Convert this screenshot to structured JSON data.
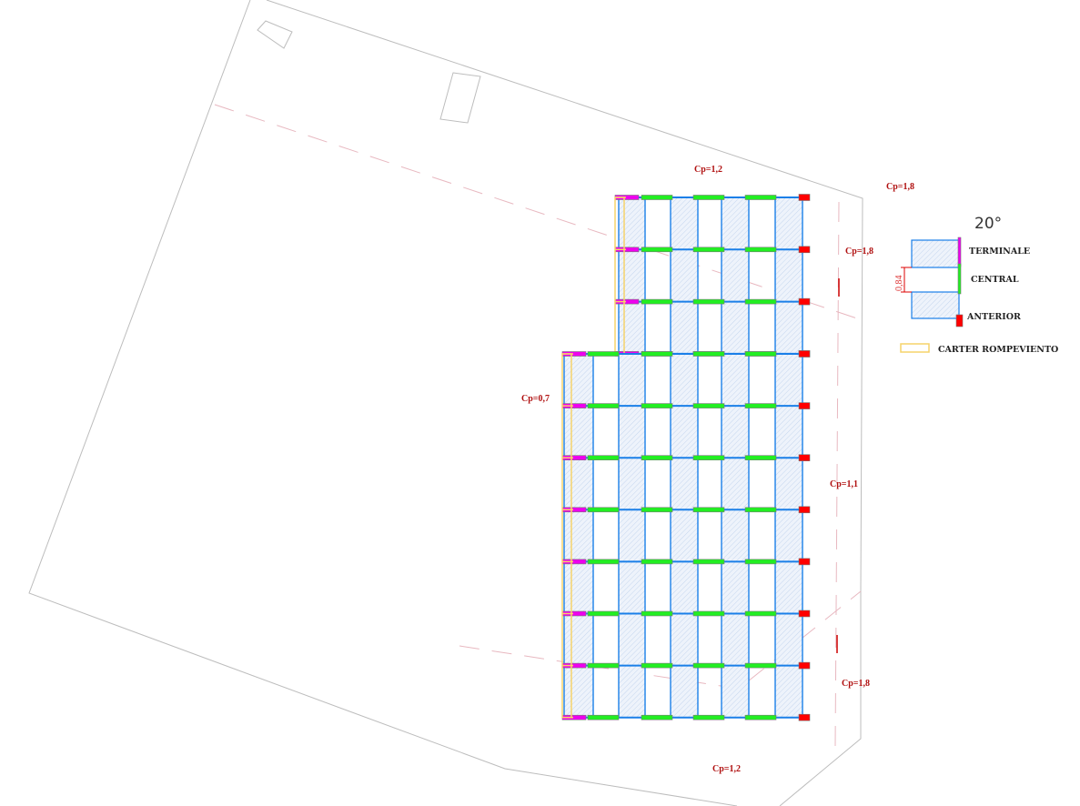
{
  "drawing": {
    "wind_labels": [
      "Cp=1,2",
      "Cp=1,8",
      "Cp=1,8",
      "Cp=0,7",
      "Cp=1,1",
      "Cp=1,8",
      "Cp=1,2"
    ],
    "legend": {
      "angle": "20°",
      "spacing": "0,84",
      "terminale": "TERMINALE",
      "central": "CENTRAL",
      "anterior": "ANTERIOR",
      "carter": "CARTER ROMPEVIENTO"
    },
    "colors": {
      "panel": "#1a7fe8",
      "terminale": "#ee00ee",
      "central": "#22ee22",
      "anterior": "#ff0000",
      "carter": "#f6d36a",
      "outline": "#b9b9b9",
      "wind_line": "#e8b8c0"
    },
    "arrays": {
      "upper": {
        "rows": 3,
        "panel_columns": 4
      },
      "lower": {
        "rows": 7,
        "panel_columns": 5
      }
    }
  }
}
